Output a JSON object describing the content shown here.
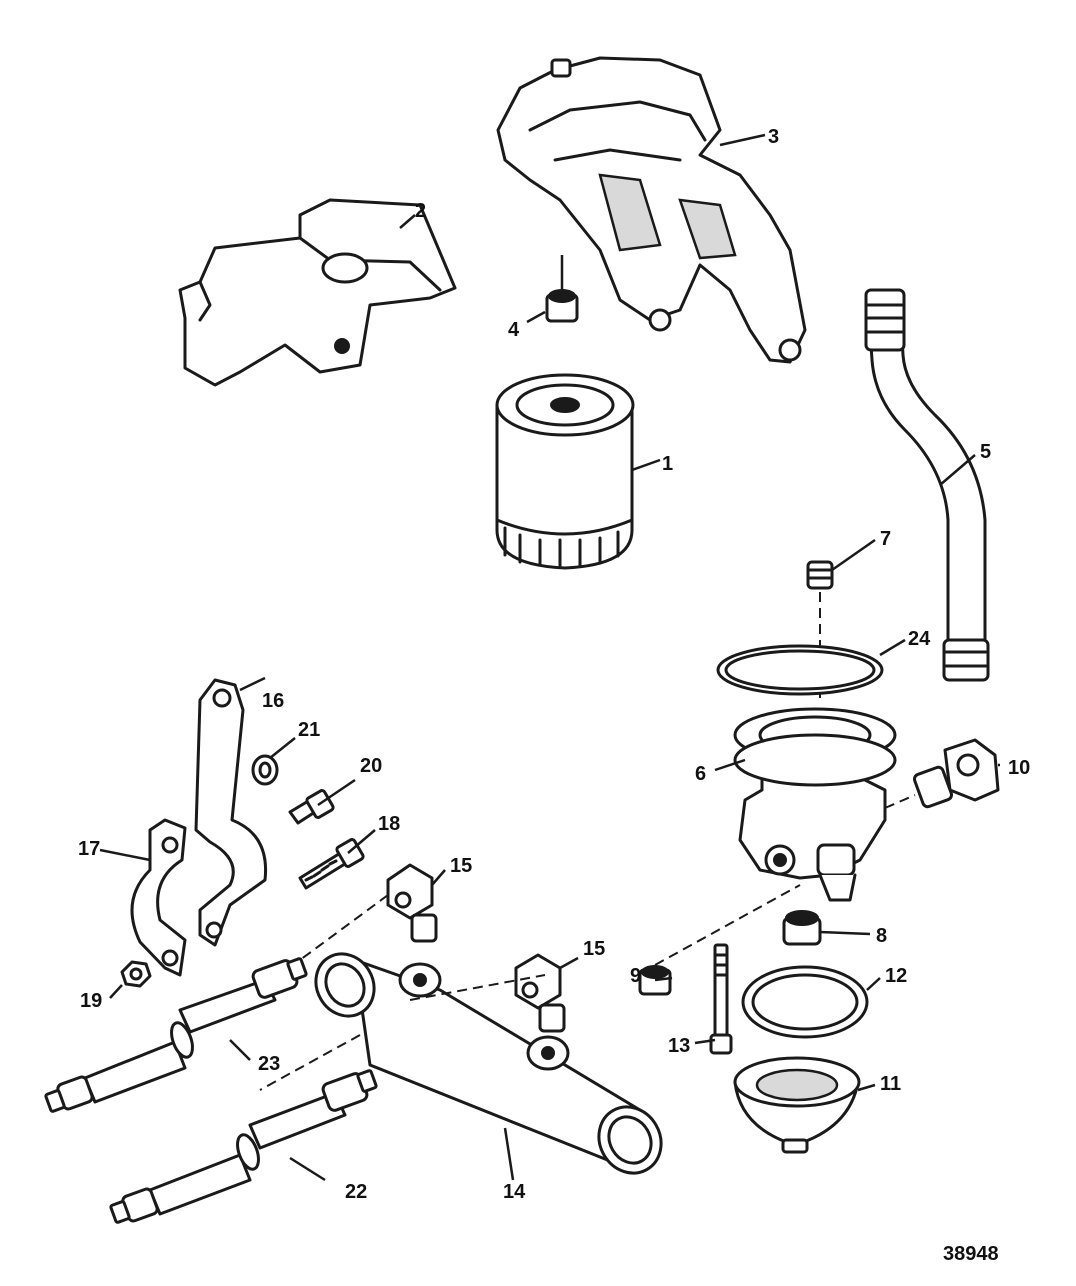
{
  "callouts": [
    {
      "id": "1",
      "label": "1"
    },
    {
      "id": "2",
      "label": "2"
    },
    {
      "id": "3",
      "label": "3"
    },
    {
      "id": "4",
      "label": "4"
    },
    {
      "id": "5",
      "label": "5"
    },
    {
      "id": "6",
      "label": "6"
    },
    {
      "id": "7",
      "label": "7"
    },
    {
      "id": "8",
      "label": "8"
    },
    {
      "id": "9",
      "label": "9"
    },
    {
      "id": "10",
      "label": "10"
    },
    {
      "id": "11",
      "label": "11"
    },
    {
      "id": "12",
      "label": "12"
    },
    {
      "id": "13",
      "label": "13"
    },
    {
      "id": "14",
      "label": "14"
    },
    {
      "id": "15a",
      "label": "15"
    },
    {
      "id": "15b",
      "label": "15"
    },
    {
      "id": "16",
      "label": "16"
    },
    {
      "id": "17",
      "label": "17"
    },
    {
      "id": "18",
      "label": "18"
    },
    {
      "id": "19",
      "label": "19"
    },
    {
      "id": "20",
      "label": "20"
    },
    {
      "id": "21",
      "label": "21"
    },
    {
      "id": "22",
      "label": "22"
    },
    {
      "id": "23",
      "label": "23"
    },
    {
      "id": "24",
      "label": "24"
    }
  ],
  "figure_number": "38948"
}
